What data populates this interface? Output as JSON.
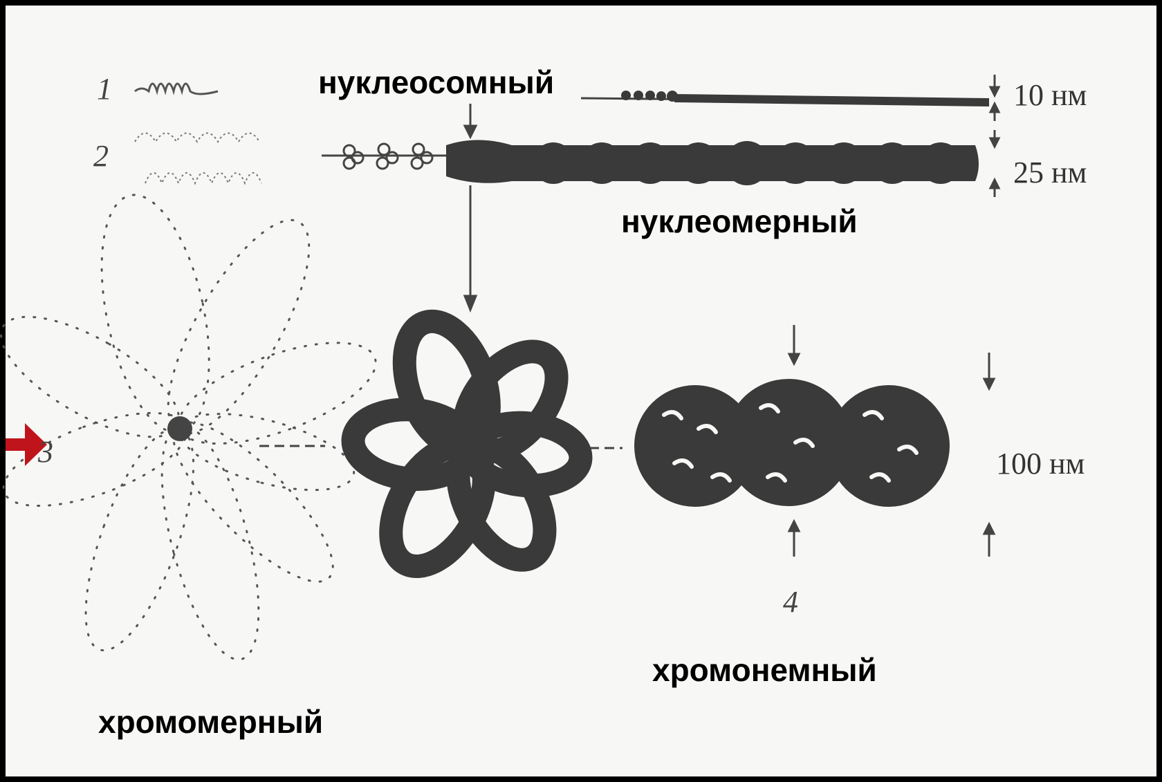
{
  "labels": {
    "nucleosome": "нуклеосомный",
    "nucleomere": "нуклеомерный",
    "chromonema": "хромонемный",
    "chromomere": "хромомерный"
  },
  "level_numbers": {
    "n1": "1",
    "n2": "2",
    "n3": "3",
    "n4": "4"
  },
  "scales": {
    "s10": "10 нм",
    "s25": "25 нм",
    "s100": "100 нм"
  },
  "colors": {
    "frame": "#000000",
    "ink": "#3a3a3a",
    "pointer_arrow": "#c0141c"
  }
}
